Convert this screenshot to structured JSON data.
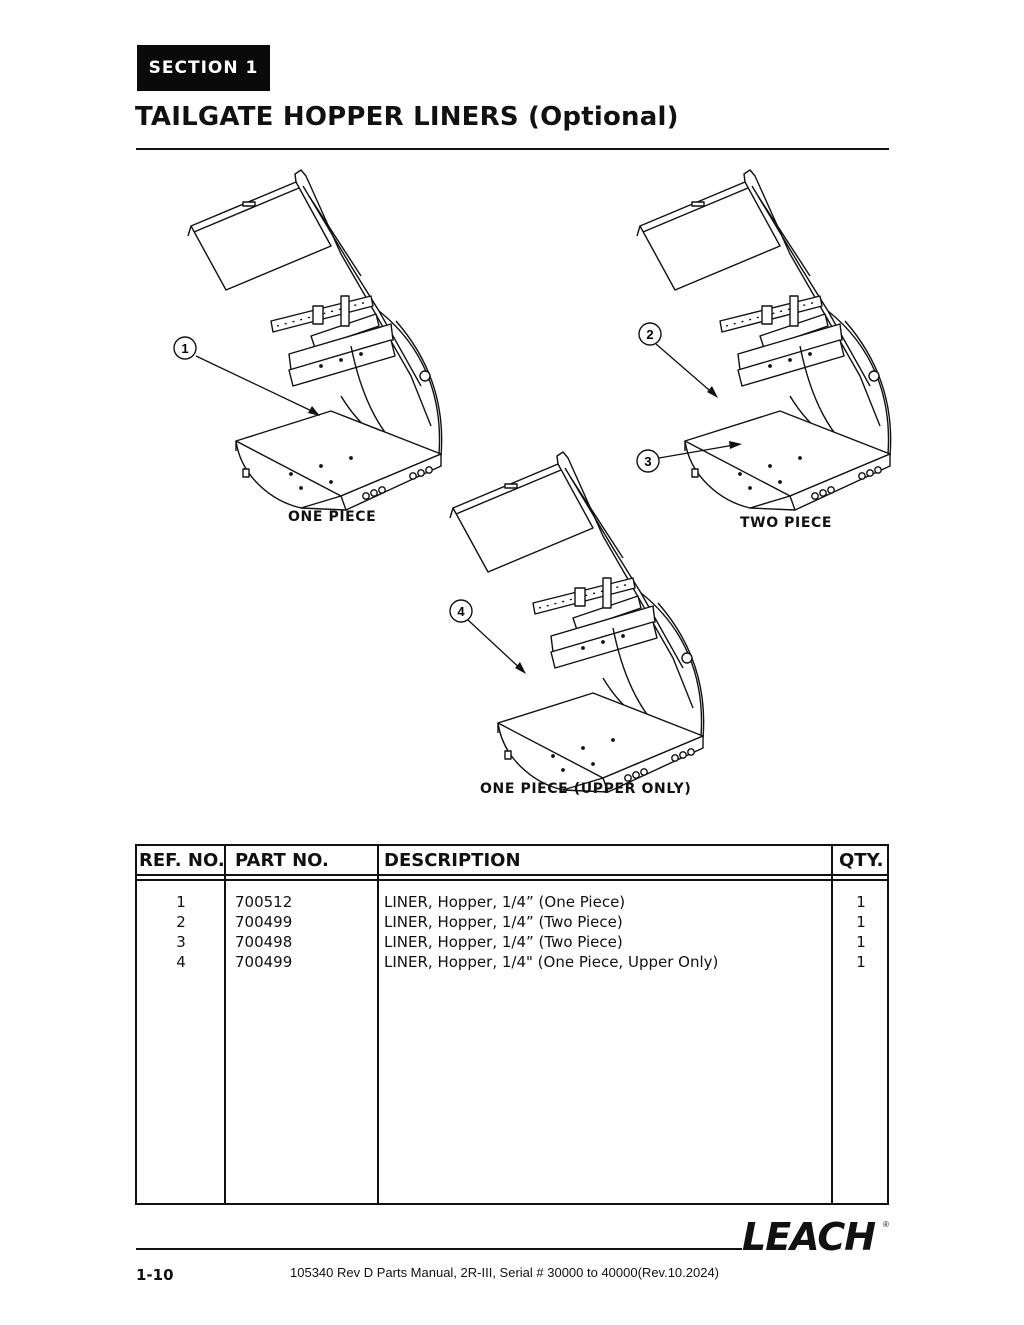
{
  "header": {
    "section": "SECTION 1",
    "title": "TAILGATE HOPPER LINERS (Optional)"
  },
  "diagram": {
    "views": [
      {
        "caption": "ONE PIECE",
        "callouts": [
          "1"
        ]
      },
      {
        "caption": "TWO PIECE",
        "callouts": [
          "2",
          "3"
        ]
      },
      {
        "caption": "ONE PIECE (UPPER ONLY)",
        "callouts": [
          "4"
        ]
      }
    ]
  },
  "table": {
    "headers": {
      "ref": "REF. NO.",
      "part": "PART NO.",
      "desc": "DESCRIPTION",
      "qty": "QTY."
    },
    "rows": [
      {
        "ref": "1",
        "part": "700512",
        "desc": "LINER, Hopper, 1/4” (One Piece)",
        "qty": "1"
      },
      {
        "ref": "2",
        "part": "700499",
        "desc": "LINER, Hopper, 1/4” (Two Piece)",
        "qty": "1"
      },
      {
        "ref": "3",
        "part": "700498",
        "desc": "LINER, Hopper, 1/4” (Two Piece)",
        "qty": "1"
      },
      {
        "ref": "4",
        "part": "700499",
        "desc": "LINER, Hopper, 1/4\" (One Piece, Upper Only)",
        "qty": "1"
      }
    ]
  },
  "footer": {
    "brand": "LEACH",
    "registered": "®",
    "page_number": "1-10",
    "doc_info": "105340 Rev D Parts Manual, 2R-III, Serial # 30000 to 40000(Rev.10.2024)"
  }
}
